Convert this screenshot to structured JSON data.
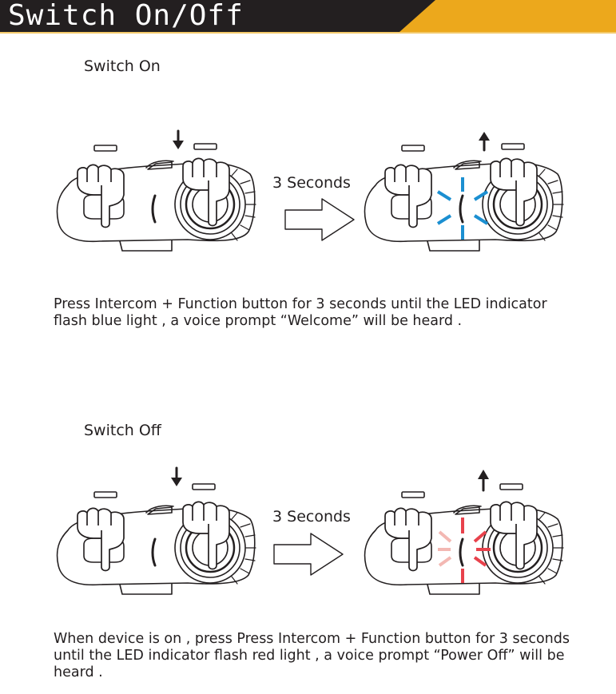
{
  "header": {
    "title": "Switch On/Off",
    "bar_color": "#231f20",
    "accent_color": "#eca81c"
  },
  "switch_on": {
    "title": "Switch On",
    "seconds_label": "3 Seconds",
    "description": "Press Intercom + Function button for 3 seconds until the LED indicator flash blue light , a voice prompt “Welcome” will be heard .",
    "led_color": "#1b8fd1"
  },
  "switch_off": {
    "title": "Switch Off",
    "seconds_label": "3 Seconds",
    "description": "When device is on , press Press Intercom + Function button for 3 seconds until the LED indicator flash red light , a voice prompt “Power Off” will be heard .",
    "led_color": "#e8424c",
    "led_faint_color": "#f3b8b3"
  },
  "icons": {
    "press_arrow": "down-arrow-icon",
    "release_arrow": "up-arrow-icon",
    "hand": "pointing-hand-icon",
    "direction": "right-arrow-icon"
  }
}
